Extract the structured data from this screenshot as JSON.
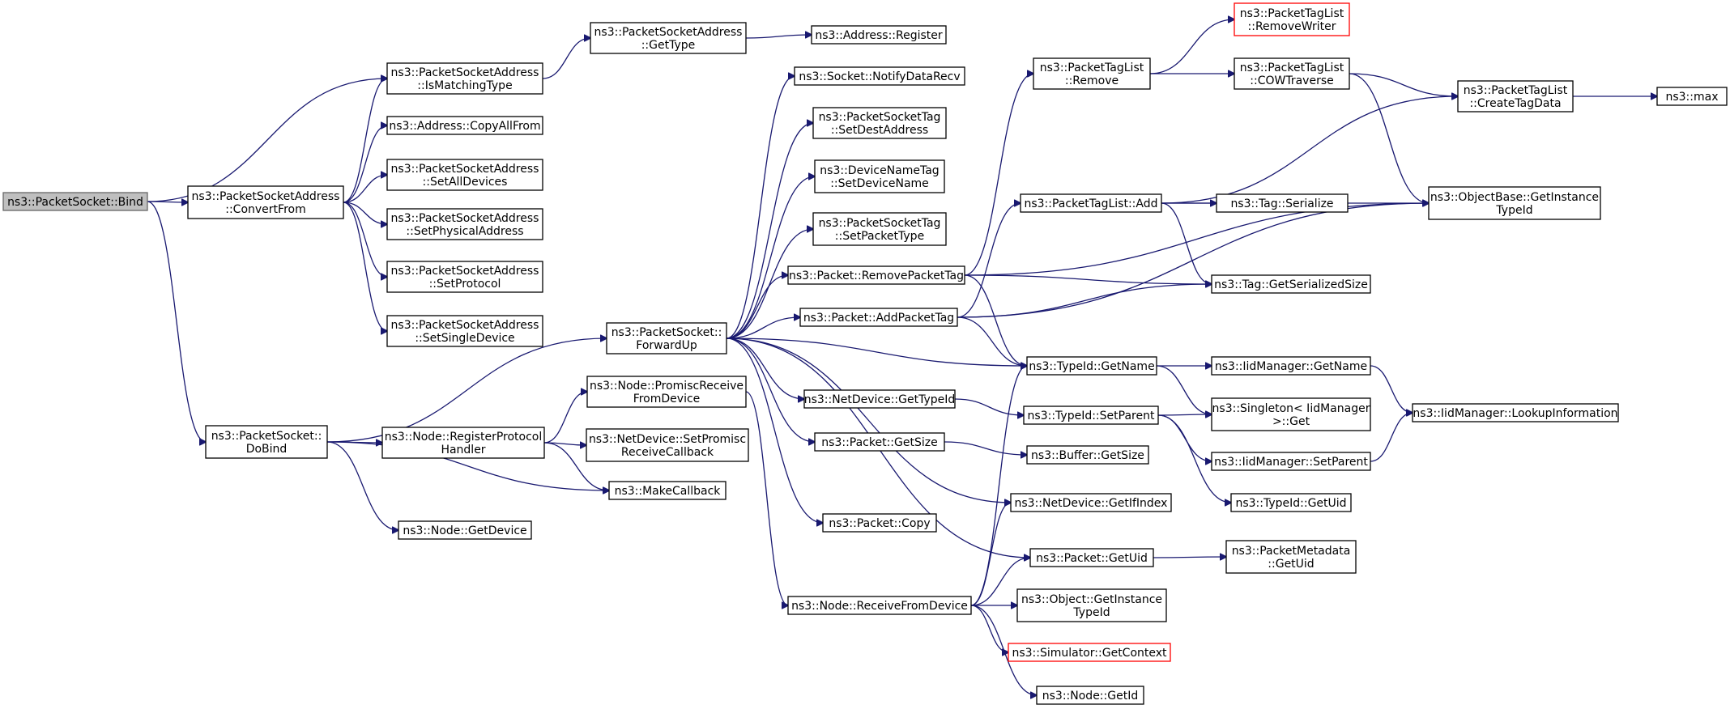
{
  "diagram": {
    "title": "",
    "colors": {
      "edge": "#191970",
      "root_fill": "#bfbfbf",
      "highlight_border": "#ff0000",
      "node_border": "#000000"
    },
    "nodes": [
      {
        "id": "bind",
        "lines": [
          "ns3::PacketSocket::Bind"
        ],
        "style": "root"
      },
      {
        "id": "convertfrom",
        "lines": [
          "ns3::PacketSocketAddress",
          "::ConvertFrom"
        ]
      },
      {
        "id": "dobind",
        "lines": [
          "ns3::PacketSocket::",
          "DoBind"
        ]
      },
      {
        "id": "ismatchingtype",
        "lines": [
          "ns3::PacketSocketAddress",
          "::IsMatchingType"
        ]
      },
      {
        "id": "copyallfrom",
        "lines": [
          "ns3::Address::CopyAllFrom"
        ]
      },
      {
        "id": "setalldevices",
        "lines": [
          "ns3::PacketSocketAddress",
          "::SetAllDevices"
        ]
      },
      {
        "id": "setphysicaladdress",
        "lines": [
          "ns3::PacketSocketAddress",
          "::SetPhysicalAddress"
        ]
      },
      {
        "id": "setprotocol",
        "lines": [
          "ns3::PacketSocketAddress",
          "::SetProtocol"
        ]
      },
      {
        "id": "setsingledevice",
        "lines": [
          "ns3::PacketSocketAddress",
          "::SetSingleDevice"
        ]
      },
      {
        "id": "psa_gettype",
        "lines": [
          "ns3::PacketSocketAddress",
          "::GetType"
        ]
      },
      {
        "id": "addr_register",
        "lines": [
          "ns3::Address::Register"
        ]
      },
      {
        "id": "registerprotocolhandler",
        "lines": [
          "ns3::Node::RegisterProtocol",
          "Handler"
        ]
      },
      {
        "id": "makecallback",
        "lines": [
          "ns3::MakeCallback"
        ]
      },
      {
        "id": "node_getdevice",
        "lines": [
          "ns3::Node::GetDevice"
        ]
      },
      {
        "id": "forwardup",
        "lines": [
          "ns3::PacketSocket::",
          "ForwardUp"
        ]
      },
      {
        "id": "promiscreceive",
        "lines": [
          "ns3::Node::PromiscReceive",
          "FromDevice"
        ]
      },
      {
        "id": "setpromisccallback",
        "lines": [
          "ns3::NetDevice::SetPromisc",
          "ReceiveCallback"
        ]
      },
      {
        "id": "notifydatarecv",
        "lines": [
          "ns3::Socket::NotifyDataRecv"
        ]
      },
      {
        "id": "setdestaddress",
        "lines": [
          "ns3::PacketSocketTag",
          "::SetDestAddress"
        ]
      },
      {
        "id": "setdevicename",
        "lines": [
          "ns3::DeviceNameTag",
          "::SetDeviceName"
        ]
      },
      {
        "id": "setpackettype",
        "lines": [
          "ns3::PacketSocketTag",
          "::SetPacketType"
        ]
      },
      {
        "id": "removepackettag",
        "lines": [
          "ns3::Packet::RemovePacketTag"
        ]
      },
      {
        "id": "addpackettag",
        "lines": [
          "ns3::Packet::AddPacketTag"
        ]
      },
      {
        "id": "netdev_gettypeid",
        "lines": [
          "ns3::NetDevice::GetTypeId"
        ]
      },
      {
        "id": "packet_getsize",
        "lines": [
          "ns3::Packet::GetSize"
        ]
      },
      {
        "id": "packet_copy",
        "lines": [
          "ns3::Packet::Copy"
        ]
      },
      {
        "id": "receivefromdevice",
        "lines": [
          "ns3::Node::ReceiveFromDevice"
        ]
      },
      {
        "id": "ptl_remove",
        "lines": [
          "ns3::PacketTagList",
          "::Remove"
        ]
      },
      {
        "id": "ptl_add",
        "lines": [
          "ns3::PacketTagList::Add"
        ]
      },
      {
        "id": "typeid_getname",
        "lines": [
          "ns3::TypeId::GetName"
        ]
      },
      {
        "id": "typeid_setparent",
        "lines": [
          "ns3::TypeId::SetParent"
        ]
      },
      {
        "id": "netdev_getifindex",
        "lines": [
          "ns3::NetDevice::GetIfIndex"
        ]
      },
      {
        "id": "packet_getuid",
        "lines": [
          "ns3::Packet::GetUid"
        ]
      },
      {
        "id": "object_getinstancetypeid",
        "lines": [
          "ns3::Object::GetInstance",
          "TypeId"
        ]
      },
      {
        "id": "simulator_getcontext",
        "lines": [
          "ns3::Simulator::GetContext"
        ],
        "style": "red"
      },
      {
        "id": "node_getid",
        "lines": [
          "ns3::Node::GetId"
        ]
      },
      {
        "id": "buffer_getsize",
        "lines": [
          "ns3::Buffer::GetSize"
        ]
      },
      {
        "id": "ptl_removewriter",
        "lines": [
          "ns3::PacketTagList",
          "::RemoveWriter"
        ],
        "style": "red"
      },
      {
        "id": "ptl_cowtraverse",
        "lines": [
          "ns3::PacketTagList",
          "::COWTraverse"
        ]
      },
      {
        "id": "tag_serialize",
        "lines": [
          "ns3::Tag::Serialize"
        ]
      },
      {
        "id": "tag_getserializedsize",
        "lines": [
          "ns3::Tag::GetSerializedSize"
        ]
      },
      {
        "id": "iid_getname",
        "lines": [
          "ns3::IidManager::GetName"
        ]
      },
      {
        "id": "singleton_get",
        "lines": [
          "ns3::Singleton< IidManager",
          ">::Get"
        ]
      },
      {
        "id": "iid_setparent",
        "lines": [
          "ns3::IidManager::SetParent"
        ]
      },
      {
        "id": "typeid_getuid",
        "lines": [
          "ns3::TypeId::GetUid"
        ]
      },
      {
        "id": "pmd_getuid",
        "lines": [
          "ns3::PacketMetadata",
          "::GetUid"
        ]
      },
      {
        "id": "ptl_createtagdata",
        "lines": [
          "ns3::PacketTagList",
          "::CreateTagData"
        ]
      },
      {
        "id": "objectbase_getinstancetypeid",
        "lines": [
          "ns3::ObjectBase::GetInstance",
          "TypeId"
        ]
      },
      {
        "id": "iid_lookupinformation",
        "lines": [
          "ns3::IidManager::LookupInformation"
        ]
      },
      {
        "id": "ns3_max",
        "lines": [
          "ns3::max"
        ]
      }
    ],
    "edges": [
      [
        "bind",
        "ismatchingtype"
      ],
      [
        "bind",
        "convertfrom"
      ],
      [
        "bind",
        "dobind"
      ],
      [
        "convertfrom",
        "ismatchingtype"
      ],
      [
        "convertfrom",
        "copyallfrom"
      ],
      [
        "convertfrom",
        "setalldevices"
      ],
      [
        "convertfrom",
        "setphysicaladdress"
      ],
      [
        "convertfrom",
        "setprotocol"
      ],
      [
        "convertfrom",
        "setsingledevice"
      ],
      [
        "ismatchingtype",
        "psa_gettype"
      ],
      [
        "psa_gettype",
        "addr_register"
      ],
      [
        "dobind",
        "forwardup"
      ],
      [
        "dobind",
        "registerprotocolhandler"
      ],
      [
        "dobind",
        "makecallback"
      ],
      [
        "dobind",
        "node_getdevice"
      ],
      [
        "registerprotocolhandler",
        "promiscreceive"
      ],
      [
        "registerprotocolhandler",
        "setpromisccallback"
      ],
      [
        "registerprotocolhandler",
        "makecallback"
      ],
      [
        "forwardup",
        "notifydatarecv"
      ],
      [
        "forwardup",
        "setdestaddress"
      ],
      [
        "forwardup",
        "setdevicename"
      ],
      [
        "forwardup",
        "setpackettype"
      ],
      [
        "forwardup",
        "removepackettag"
      ],
      [
        "forwardup",
        "addpackettag"
      ],
      [
        "forwardup",
        "typeid_getname"
      ],
      [
        "forwardup",
        "netdev_gettypeid"
      ],
      [
        "forwardup",
        "packet_getsize"
      ],
      [
        "forwardup",
        "packet_copy"
      ],
      [
        "forwardup",
        "netdev_getifindex"
      ],
      [
        "forwardup",
        "packet_getuid"
      ],
      [
        "promiscreceive",
        "receivefromdevice"
      ],
      [
        "removepackettag",
        "ptl_remove"
      ],
      [
        "removepackettag",
        "objectbase_getinstancetypeid"
      ],
      [
        "removepackettag",
        "tag_getserializedsize"
      ],
      [
        "removepackettag",
        "typeid_getname"
      ],
      [
        "addpackettag",
        "ptl_add"
      ],
      [
        "addpackettag",
        "tag_getserializedsize"
      ],
      [
        "addpackettag",
        "objectbase_getinstancetypeid"
      ],
      [
        "addpackettag",
        "typeid_getname"
      ],
      [
        "netdev_gettypeid",
        "typeid_setparent"
      ],
      [
        "packet_getsize",
        "buffer_getsize"
      ],
      [
        "receivefromdevice",
        "typeid_getname"
      ],
      [
        "receivefromdevice",
        "netdev_getifindex"
      ],
      [
        "receivefromdevice",
        "packet_getuid"
      ],
      [
        "receivefromdevice",
        "object_getinstancetypeid"
      ],
      [
        "receivefromdevice",
        "simulator_getcontext"
      ],
      [
        "receivefromdevice",
        "node_getid"
      ],
      [
        "ptl_remove",
        "ptl_removewriter"
      ],
      [
        "ptl_remove",
        "ptl_cowtraverse"
      ],
      [
        "ptl_cowtraverse",
        "ptl_createtagdata"
      ],
      [
        "ptl_cowtraverse",
        "objectbase_getinstancetypeid"
      ],
      [
        "ptl_add",
        "ptl_createtagdata"
      ],
      [
        "ptl_add",
        "tag_serialize"
      ],
      [
        "ptl_add",
        "objectbase_getinstancetypeid"
      ],
      [
        "ptl_add",
        "tag_getserializedsize"
      ],
      [
        "typeid_getname",
        "iid_getname"
      ],
      [
        "typeid_getname",
        "singleton_get"
      ],
      [
        "typeid_setparent",
        "singleton_get"
      ],
      [
        "typeid_setparent",
        "iid_setparent"
      ],
      [
        "typeid_setparent",
        "typeid_getuid"
      ],
      [
        "iid_getname",
        "iid_lookupinformation"
      ],
      [
        "iid_setparent",
        "iid_lookupinformation"
      ],
      [
        "packet_getuid",
        "pmd_getuid"
      ],
      [
        "ptl_createtagdata",
        "ns3_max"
      ]
    ]
  }
}
